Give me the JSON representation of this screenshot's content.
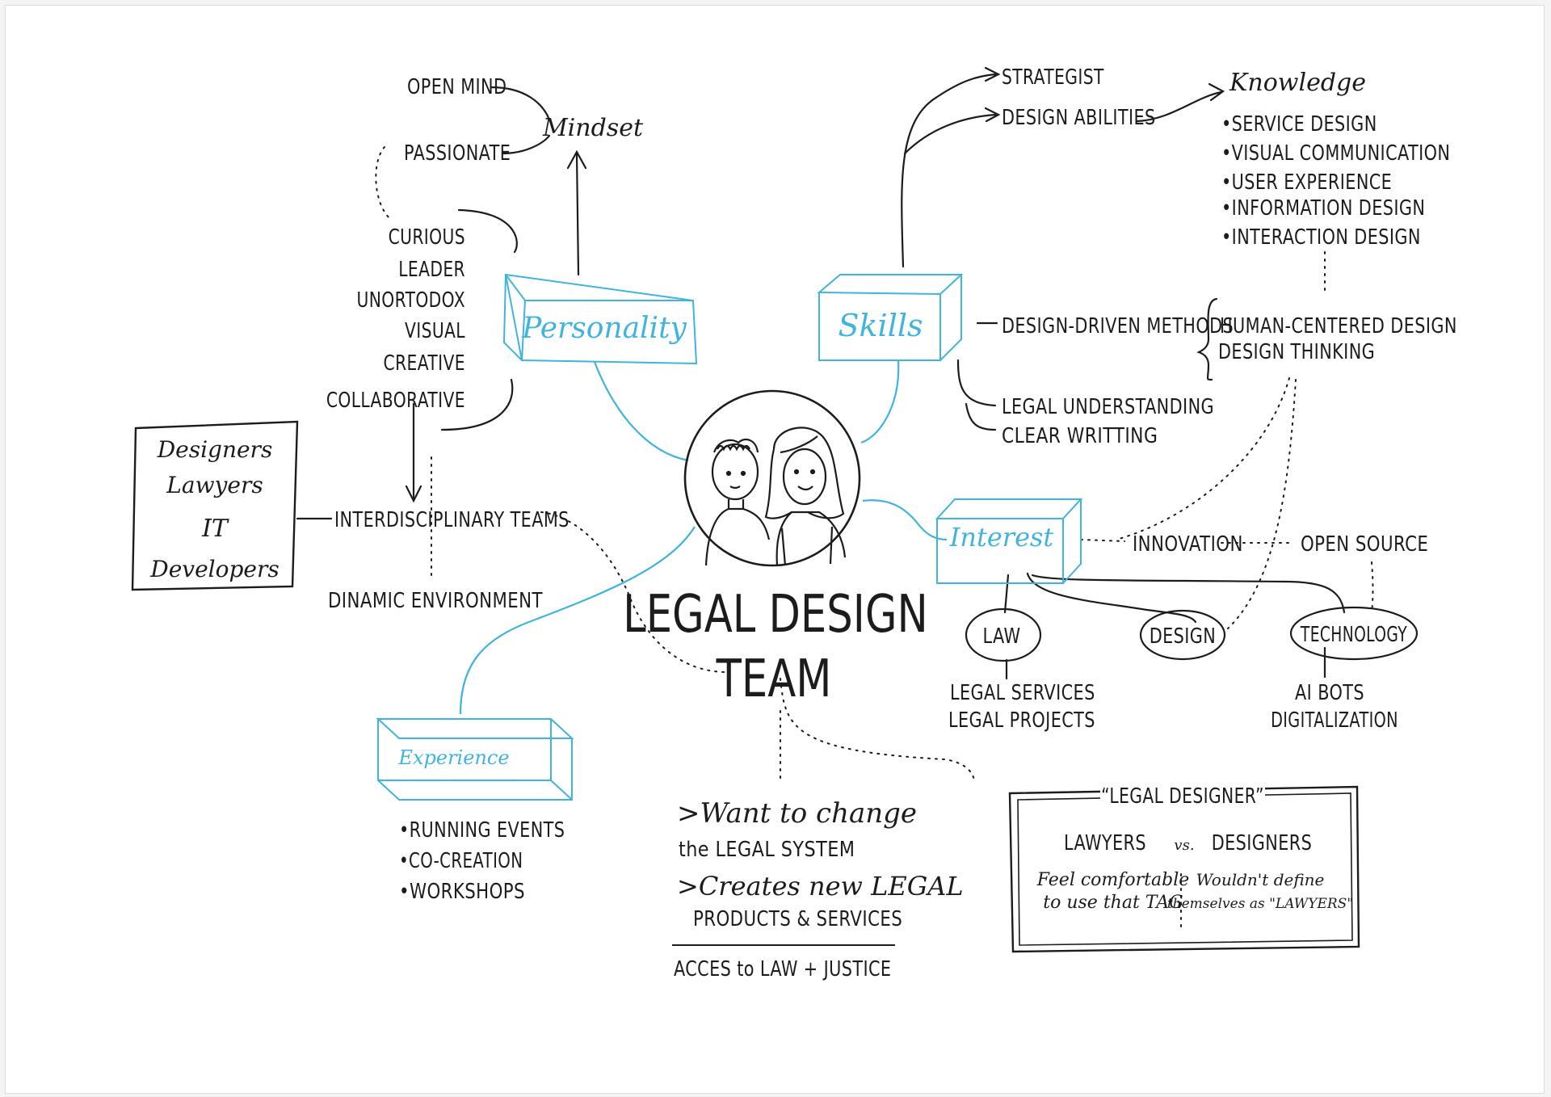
{
  "colors": {
    "ink": "#1c1c1c",
    "accent": "#3fb4df",
    "paper": "#ffffff"
  },
  "center": {
    "title_line1": "LEGAL DESIGN",
    "title_line2": "TEAM",
    "portrait_icon": "two-people-portrait-icon"
  },
  "personality": {
    "label": "Personality",
    "mindset": "Mindset",
    "mindset_items": [
      "OPEN MIND",
      "PASSIONATE"
    ],
    "traits": [
      "CURIOUS",
      "LEADER",
      "UNORTODOX",
      "VISUAL",
      "CREATIVE",
      "COLLABORATIVE"
    ],
    "teams": "INTERDISCIPLINARY TEAMS",
    "environment": "DINAMIC ENVIRONMENT",
    "roles": [
      "Designers",
      "Lawyers",
      "IT",
      "Developers"
    ]
  },
  "skills": {
    "label": "Skills",
    "strategist": "STRATEGIST",
    "design_abilities": "DESIGN ABILITIES",
    "knowledge_title": "Knowledge",
    "knowledge_items": [
      "•SERVICE DESIGN",
      "•VISUAL COMMUNICATION",
      "•USER EXPERIENCE",
      "•INFORMATION DESIGN",
      "•INTERACTION DESIGN"
    ],
    "methods": "DESIGN-DRIVEN METHODS",
    "method_items": [
      "HUMAN-CENTERED DESIGN",
      "DESIGN THINKING"
    ],
    "legal_understanding": "LEGAL UNDERSTANDING",
    "clear_writing": "CLEAR WRITTING"
  },
  "interest": {
    "label": "Interest",
    "innovation": "INNOVATION",
    "open_source": "OPEN SOURCE",
    "law": "LAW",
    "law_items": [
      "LEGAL SERVICES",
      "LEGAL PROJECTS"
    ],
    "design": "DESIGN",
    "technology": "TECHNOLOGY",
    "technology_items": [
      "AI BOTS",
      "DIGITALIZATION"
    ]
  },
  "experience": {
    "label": "Experience",
    "items": [
      "•RUNNING EVENTS",
      "•CO-CREATION",
      "•WORKSHOPS"
    ]
  },
  "goals": {
    "line1": ">Want to change",
    "line2": "the LEGAL SYSTEM",
    "line3": ">Creates new LEGAL",
    "line4": "PRODUCTS & SERVICES",
    "footer": "ACCES to LAW + JUSTICE"
  },
  "legal_designer": {
    "title": "“LEGAL DESIGNER”",
    "lawyers": "LAWYERS",
    "vs": "vs.",
    "designers": "DESIGNERS",
    "lawyers_note1": "Feel comfortable",
    "lawyers_note2": "to use that TAG",
    "designers_note1": "Wouldn't define",
    "designers_note2": "themselves as \"LAWYERS\""
  }
}
